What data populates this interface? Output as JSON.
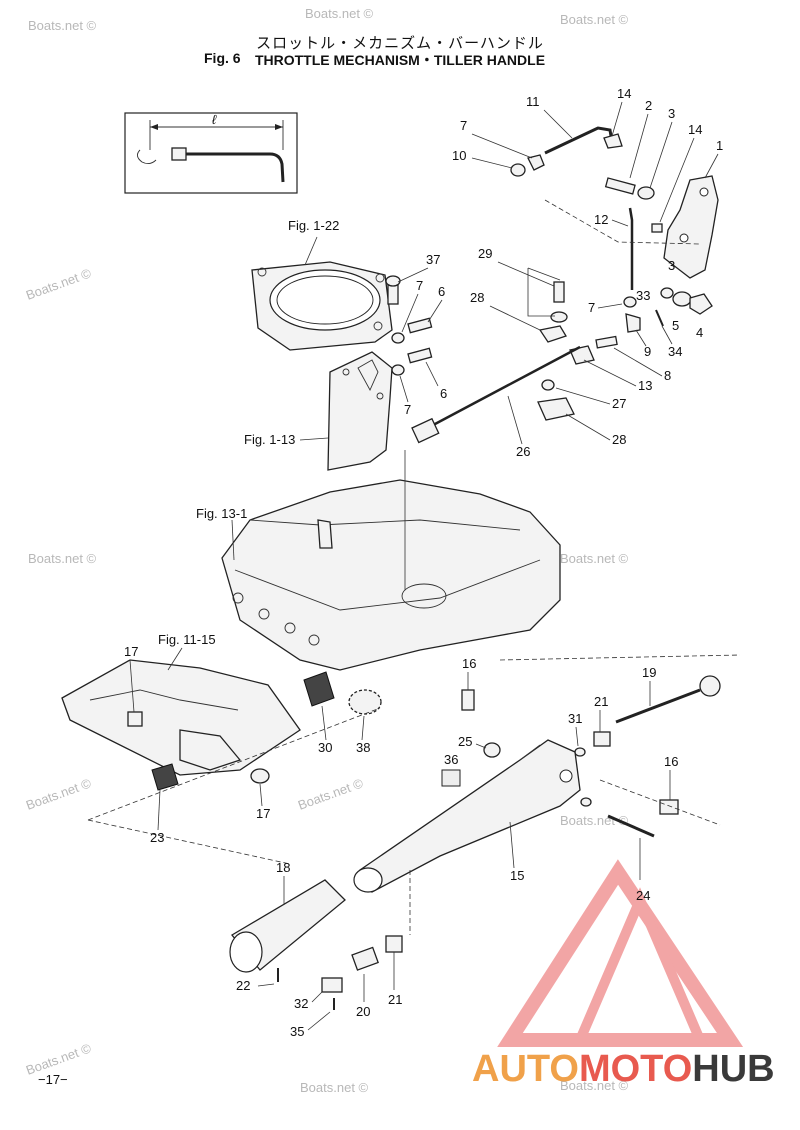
{
  "header": {
    "title_jp": "スロットル・メカニズム・バーハンドル",
    "fig_number": "Fig. 6",
    "title_en": "THROTTLE MECHANISM・TILLER HANDLE"
  },
  "inset": {
    "dimension_symbol": "ℓ"
  },
  "references": {
    "fig_1_22": "Fig. 1-22",
    "fig_1_13": "Fig. 1-13",
    "fig_13_1": "Fig. 13-1",
    "fig_11_15": "Fig. 11-15"
  },
  "callouts": [
    "1",
    "2",
    "3",
    "3",
    "4",
    "5",
    "6",
    "6",
    "7",
    "7",
    "7",
    "7",
    "8",
    "9",
    "10",
    "11",
    "12",
    "13",
    "14",
    "14",
    "15",
    "16",
    "16",
    "17",
    "17",
    "18",
    "19",
    "20",
    "21",
    "21",
    "22",
    "23",
    "24",
    "25",
    "26",
    "27",
    "28",
    "28",
    "29",
    "30",
    "31",
    "32",
    "33",
    "34",
    "35",
    "36",
    "37",
    "38"
  ],
  "callout_36_text": "36",
  "watermark": "Boats.net ©",
  "page_number": "−17−",
  "brand": {
    "part1": "AUTO",
    "part2": "MOTO",
    "part3": "HUB"
  },
  "colors": {
    "brand_orange": "#f0a14a",
    "brand_red": "#e85a4f",
    "brand_dark": "#3a3a3a",
    "logo_pink": "#f08f8f"
  }
}
